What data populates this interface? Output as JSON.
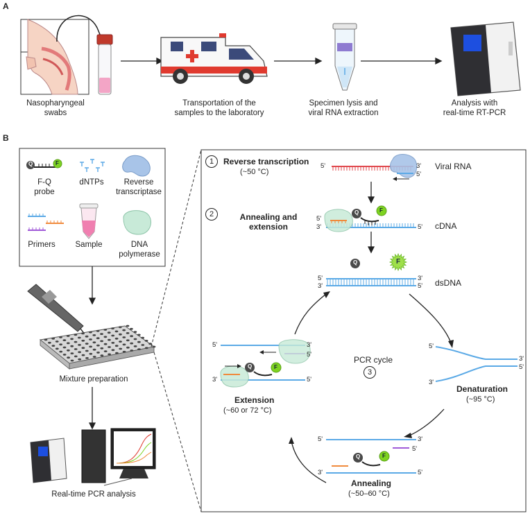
{
  "panel_a": {
    "letter": "A",
    "steps": [
      {
        "label_line1": "Nasopharyngeal",
        "label_line2": "swabs"
      },
      {
        "label_line1": "Transportation of the",
        "label_line2": "samples to the laboratory"
      },
      {
        "label_line1": "Specimen lysis and",
        "label_line2": "viral RNA extraction"
      },
      {
        "label_line1": "Analysis with",
        "label_line2": "real-time RT-PCR"
      }
    ]
  },
  "panel_b": {
    "letter": "B",
    "reagents": {
      "fq_probe": {
        "line1": "F-Q",
        "line2": "probe",
        "q": "Q",
        "f": "F"
      },
      "dntps": "dNTPs",
      "rt": {
        "line1": "Reverse",
        "line2": "transcriptase"
      },
      "primers": "Primers",
      "sample": "Sample",
      "dna_pol": {
        "line1": "DNA",
        "line2": "polymerase"
      }
    },
    "mixture_label": "Mixture preparation",
    "analysis_label": "Real-time PCR analysis",
    "colors": {
      "rna": "#e0474c",
      "dna": "#5aa9e6",
      "primer_orange": "#f08a3c",
      "primer_purple": "#a05ad8",
      "fluor": "#7ed321",
      "enzyme": "#9fbde0",
      "polymerase": "#b8e0cf"
    },
    "steps": {
      "step1": {
        "num": "1",
        "title": "Reverse transcription",
        "temp": "(~50 °C)"
      },
      "step2": {
        "num": "2",
        "title_line1": "Annealing and",
        "title_line2": "extension"
      },
      "step3": {
        "num": "3",
        "title": "PCR cycle"
      }
    },
    "strand_labels": {
      "viral_rna": "Viral RNA",
      "cdna": "cDNA",
      "dsdna": "dsDNA"
    },
    "cycle": {
      "denaturation": {
        "title": "Denaturation",
        "temp": "(~95 °C)"
      },
      "annealing": {
        "title": "Annealing",
        "temp": "(~50–60 °C)"
      },
      "extension": {
        "title": "Extension",
        "temp": "(~60 or 72 °C)"
      }
    },
    "ends": {
      "five": "5'",
      "three": "3'"
    }
  }
}
